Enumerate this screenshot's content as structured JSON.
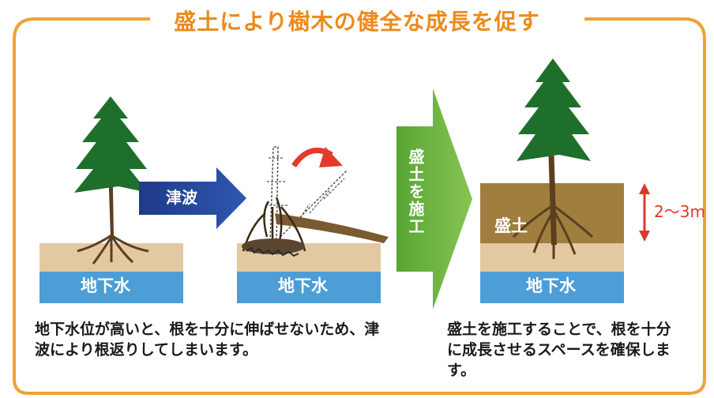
{
  "title": "盛土により樹木の健全な成長を促す",
  "panels": {
    "left": {
      "groundwater_label": "地下水"
    },
    "middle": {
      "groundwater_label": "地下水"
    },
    "right": {
      "groundwater_label": "地下水",
      "fill_label": "盛土",
      "height_label": "2〜3m"
    }
  },
  "arrows": {
    "tsunami_label": "津波",
    "construction_label": "盛土を施工"
  },
  "captions": {
    "left": "地下水位が高いと、根を十分に伸ばせないため、津波により根返りしてしまいます。",
    "right": "盛土を施工することで、根を十分に成長させるスペースを確保します。"
  },
  "colors": {
    "frame": "#f0a234",
    "title": "#ec8a1c",
    "water": "#4d9ed6",
    "soil": "#e2c9a2",
    "fill": "#a07e3e",
    "tsunami_arrow": "#233f8d",
    "construction_arrow": "#6bb33a",
    "measure": "#d93a2b",
    "curved_arrow": "#e23b2a"
  }
}
